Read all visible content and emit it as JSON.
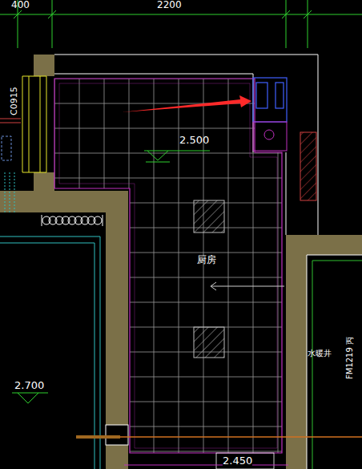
{
  "diagram": {
    "nodes": [
      {
        "text": [
          "2.500",
          "厨房"
        ]
      }
    ],
    "labels": [
      "400",
      "2200",
      "C0915",
      "2.700",
      "2.450",
      "水暖井",
      "FM1219 丙"
    ]
  }
}
